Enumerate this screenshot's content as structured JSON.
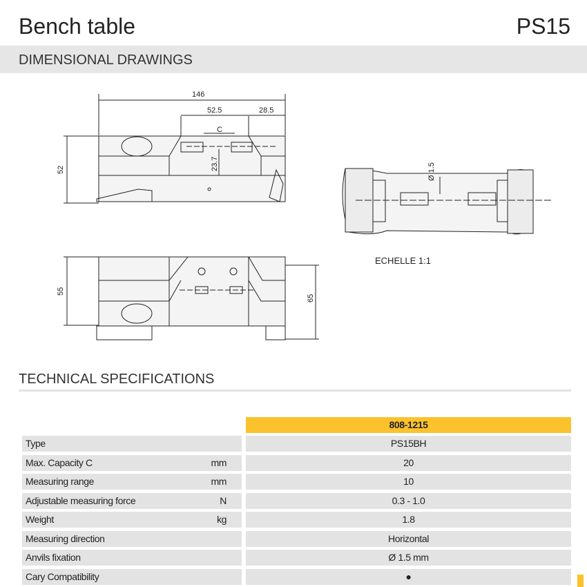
{
  "header": {
    "title": "Bench table",
    "model": "PS15"
  },
  "section_drawings": "DIMENSIONAL DRAWINGS",
  "drawing": {
    "dim_146": "146",
    "dim_52_5": "52.5",
    "dim_28_5": "28.5",
    "dim_c": "C",
    "dim_23_7": "23.7",
    "dim_52": "52",
    "dim_55": "55",
    "dim_65": "65",
    "dim_diam": "Ø 1.5",
    "scale": "ECHELLE 1:1"
  },
  "section_specs": "TECHNICAL SPECIFICATIONS",
  "table": {
    "column": "808-1215",
    "rows": [
      {
        "label": "Type",
        "unit": "",
        "value": "PS15BH"
      },
      {
        "label": "Max. Capacity C",
        "unit": "mm",
        "value": "20"
      },
      {
        "label": "Measuring range",
        "unit": "mm",
        "value": "10"
      },
      {
        "label": "Adjustable measuring force",
        "unit": "N",
        "value": "0.3 - 1.0"
      },
      {
        "label": "Weight",
        "unit": "kg",
        "value": "1.8"
      },
      {
        "label": "Measuring direction",
        "unit": "",
        "value": "Horizontal"
      },
      {
        "label": "Anvils fixation",
        "unit": "",
        "value": "Ø 1.5 mm"
      },
      {
        "label": "Cary Compatibility",
        "unit": "",
        "value": "●"
      }
    ]
  },
  "colors": {
    "accent": "#fbc22d",
    "band": "#e6e6e6"
  }
}
